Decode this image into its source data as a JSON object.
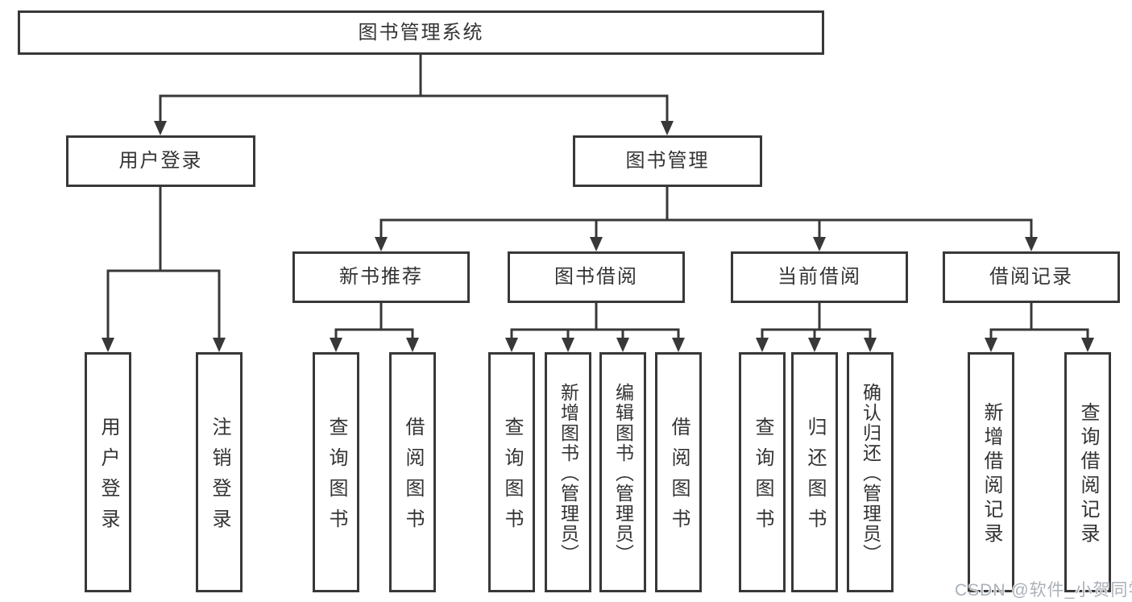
{
  "colors": {
    "line": "#383838",
    "text": "#333333",
    "background": "#ffffff",
    "watermark": "#abb1b8"
  },
  "watermark": {
    "text": "CSDN @软件_小贺同学"
  },
  "tree": {
    "label": "图书管理系统",
    "children": [
      {
        "label": "用户登录",
        "children": [
          {
            "label": "用户登录"
          },
          {
            "label": "注销登录"
          }
        ]
      },
      {
        "label": "图书管理",
        "children": [
          {
            "label": "新书推荐",
            "children": [
              {
                "label": "查询图书"
              },
              {
                "label": "借阅图书"
              }
            ]
          },
          {
            "label": "图书借阅",
            "children": [
              {
                "label": "查询图书"
              },
              {
                "label": "新增图书（管理员）"
              },
              {
                "label": "编辑图书（管理员）"
              },
              {
                "label": "借阅图书"
              }
            ]
          },
          {
            "label": "当前借阅",
            "children": [
              {
                "label": "查询图书"
              },
              {
                "label": "归还图书"
              },
              {
                "label": "确认归还（管理员）"
              }
            ]
          },
          {
            "label": "借阅记录",
            "children": [
              {
                "label": "新增借阅记录"
              },
              {
                "label": "查询借阅记录"
              }
            ]
          }
        ]
      }
    ]
  }
}
